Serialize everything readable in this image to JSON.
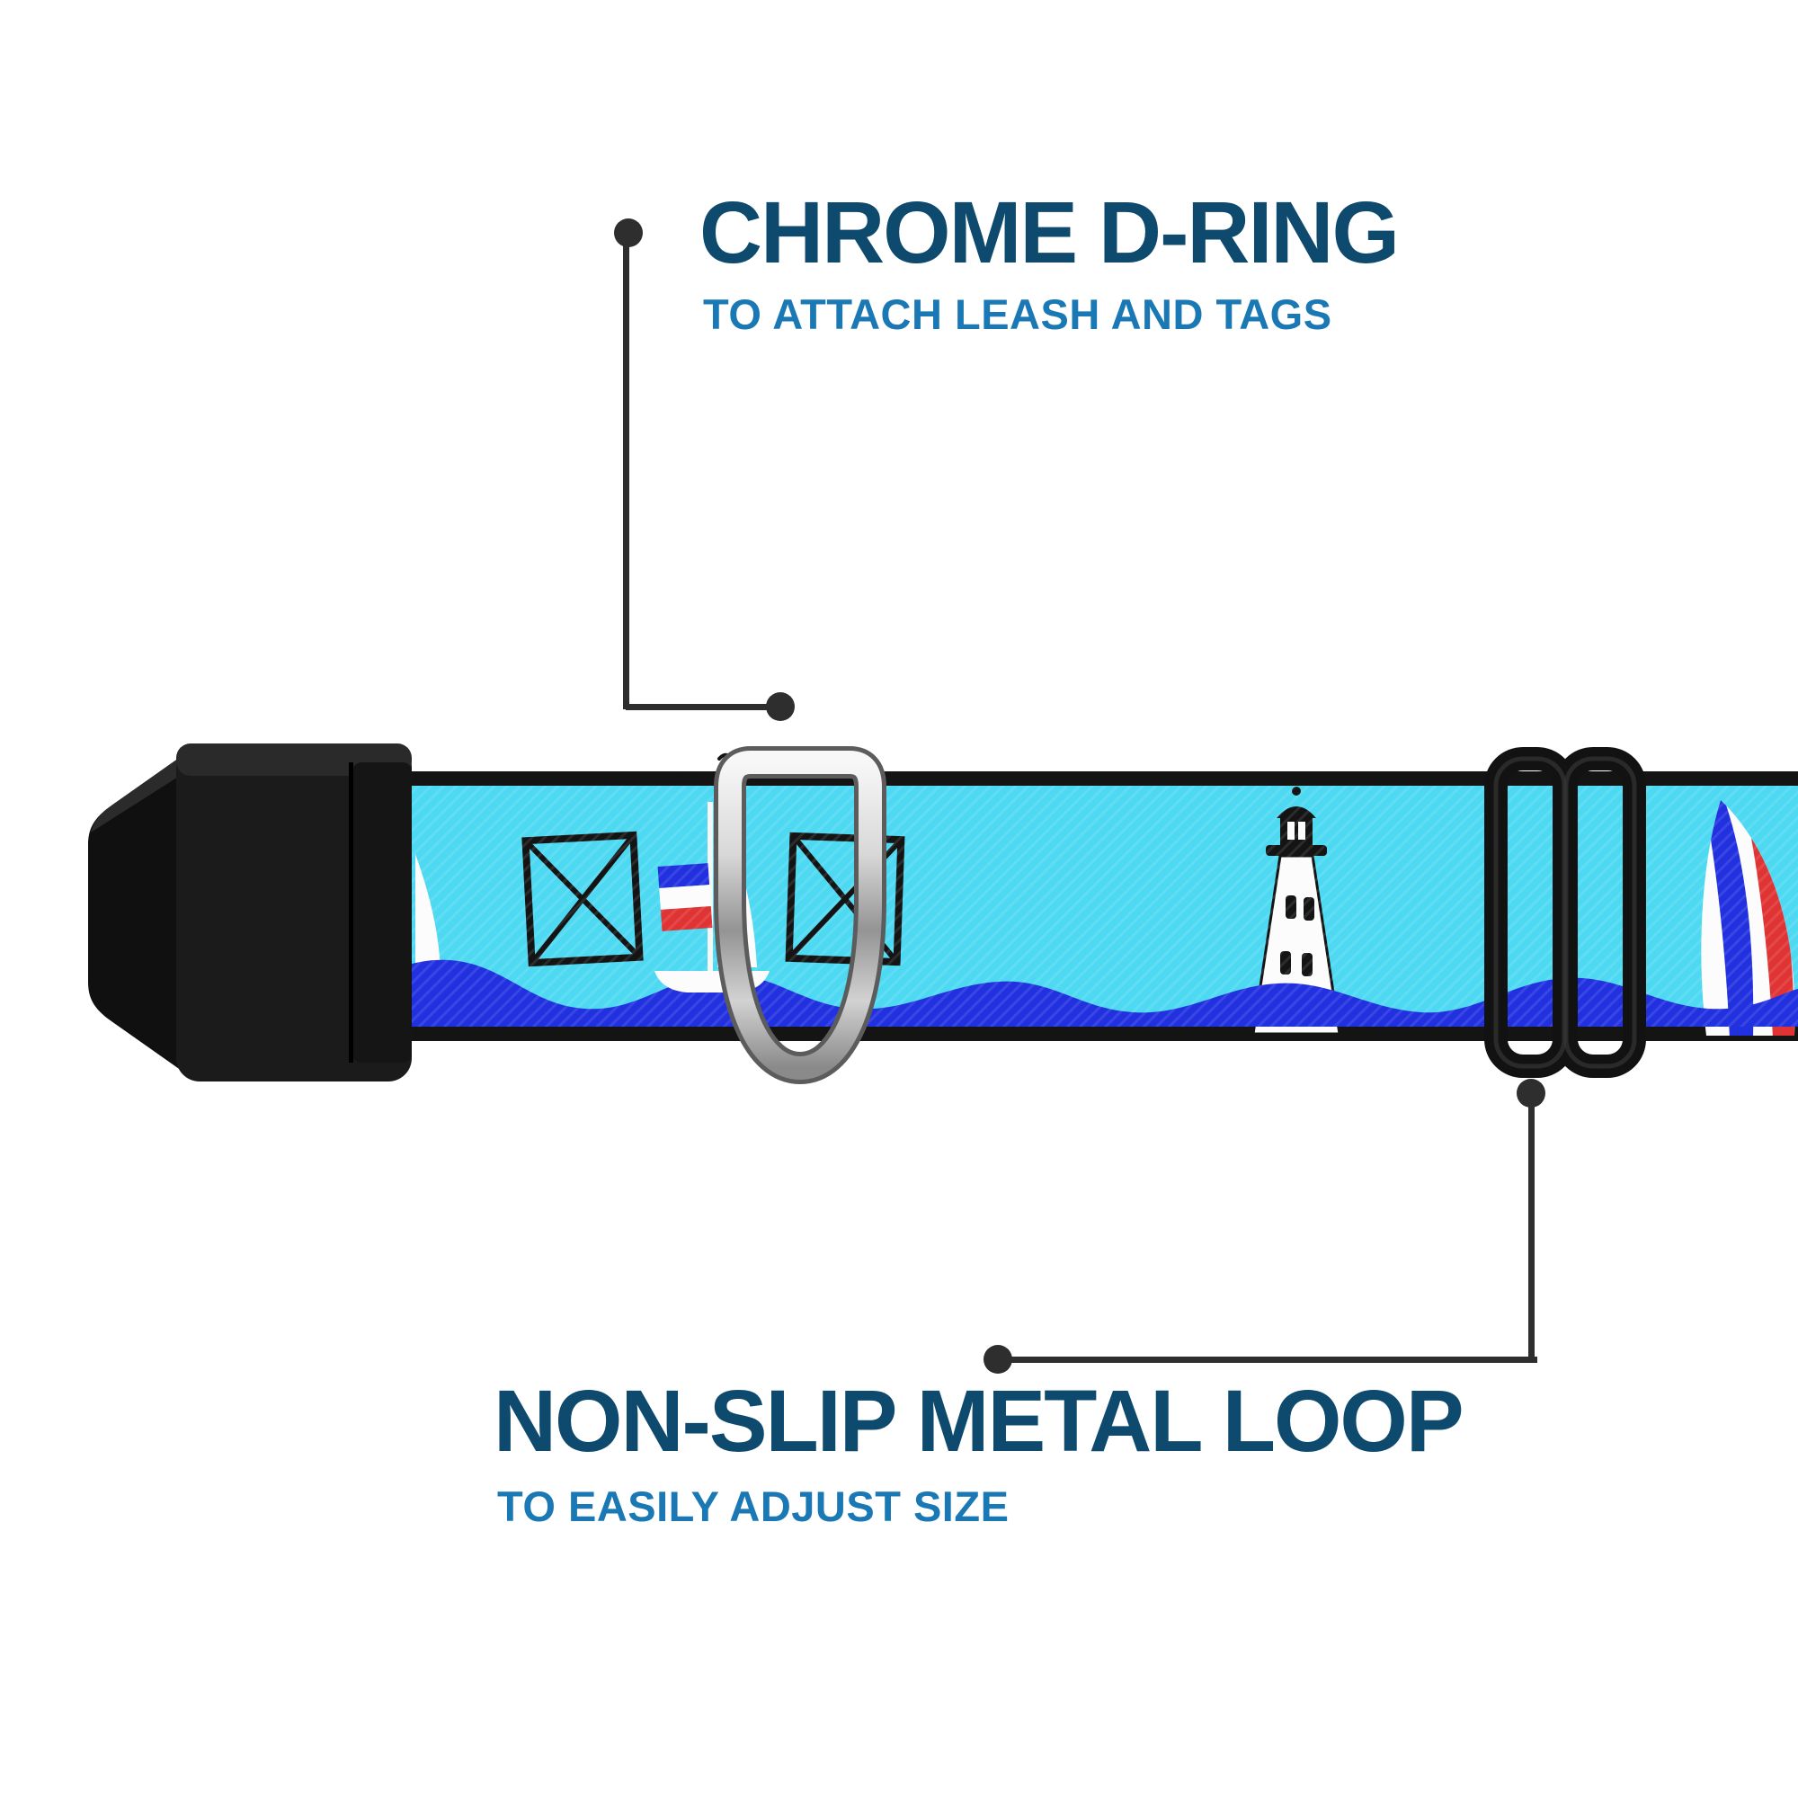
{
  "colors": {
    "heading": "#0d4a6e",
    "subheading": "#1a79b5",
    "line": "#2e2e2e",
    "strap": "#4ed9f2",
    "wave": "#2231e0",
    "red": "#e03434",
    "ink": "#141414",
    "chrome": "#c9c9c9",
    "background": "#ffffff"
  },
  "callouts": {
    "dring": {
      "title": "CHROME D-RING",
      "subtitle": "TO ATTACH LEASH AND TAGS"
    },
    "loop": {
      "title": "NON-SLIP METAL LOOP",
      "subtitle": "TO EASILY ADJUST SIZE"
    }
  },
  "product": {
    "parts": {
      "buckle": "black side-release buckle",
      "d_ring": "chrome d-ring",
      "slider": "black tri-glide metal loop",
      "strap": "turquoise nautical print webbing with sailboats, lighthouse and waves"
    }
  }
}
